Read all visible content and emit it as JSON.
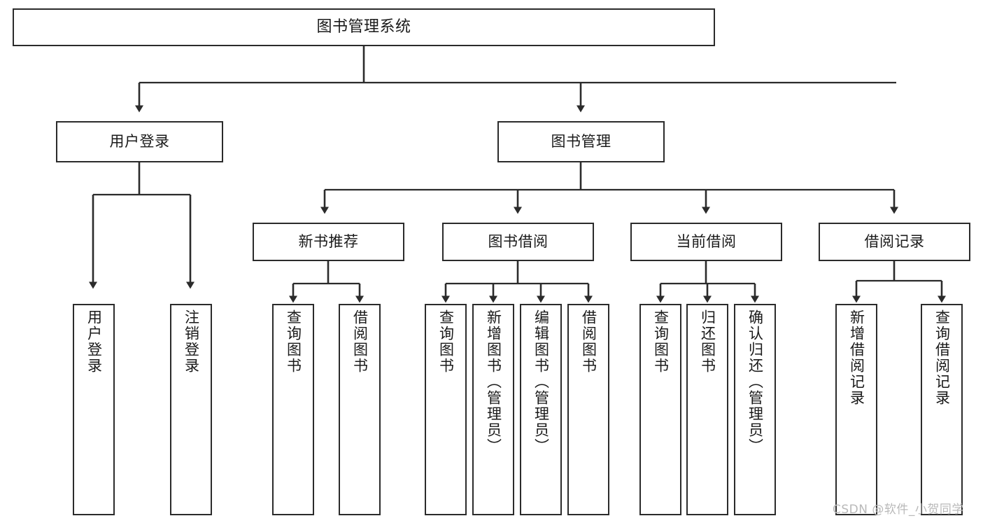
{
  "diagram": {
    "title": "图书管理系统",
    "type": "功能结构图",
    "theme": {
      "box_border": "#2b2b2b",
      "box_fill": "#ffffff",
      "line": "#2b2b2b",
      "text": "#1a1a1a",
      "background": "#ffffff",
      "watermark_color": "#b9b9b9"
    }
  },
  "nodes": {
    "root": {
      "label": "图书管理系统"
    },
    "level2": [
      {
        "id": "user-login",
        "label": "用户登录"
      },
      {
        "id": "book-management",
        "label": "图书管理"
      }
    ],
    "level3": [
      {
        "id": "new-book-recommend",
        "label": "新书推荐"
      },
      {
        "id": "book-borrow",
        "label": "图书借阅"
      },
      {
        "id": "current-borrow",
        "label": "当前借阅"
      },
      {
        "id": "borrow-record",
        "label": "借阅记录"
      }
    ],
    "leaves": {
      "user-login": [
        {
          "id": "leaf-user-login",
          "label": "用户登录"
        },
        {
          "id": "leaf-logout",
          "label": "注销登录"
        }
      ],
      "new-book-recommend": [
        {
          "id": "leaf-query-book-1",
          "label": "查询图书"
        },
        {
          "id": "leaf-borrow-book-1",
          "label": "借阅图书"
        }
      ],
      "book-borrow": [
        {
          "id": "leaf-query-book-2",
          "label": "查询图书"
        },
        {
          "id": "leaf-add-book",
          "label": "新增图书（管理员）"
        },
        {
          "id": "leaf-edit-book",
          "label": "编辑图书（管理员）"
        },
        {
          "id": "leaf-borrow-book-2",
          "label": "借阅图书"
        }
      ],
      "current-borrow": [
        {
          "id": "leaf-query-book-3",
          "label": "查询图书"
        },
        {
          "id": "leaf-return-book",
          "label": "归还图书"
        },
        {
          "id": "leaf-confirm-return",
          "label": "确认归还（管理员）"
        }
      ],
      "borrow-record": [
        {
          "id": "leaf-add-record",
          "label": "新增借阅记录"
        },
        {
          "id": "leaf-query-record",
          "label": "查询借阅记录"
        }
      ]
    }
  },
  "watermark": {
    "text": "CSDN @软件_小贺同学"
  }
}
